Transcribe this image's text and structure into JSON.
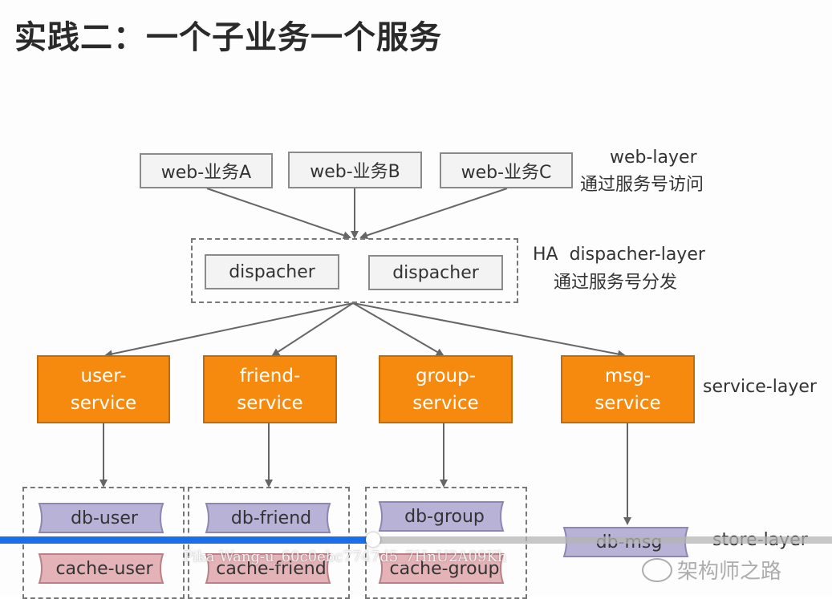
{
  "title": "实践二：一个子业务一个服务",
  "web_boxes": [
    "web-业务A",
    "web-业务B",
    "web-业务C"
  ],
  "web_layer": {
    "name": "web-layer",
    "desc": "通过服务号访问"
  },
  "dispatchers": [
    "dispacher",
    "dispacher"
  ],
  "dispatcher_layer": {
    "name": "HA  dispacher-layer",
    "desc": "通过服务号分发"
  },
  "services": [
    {
      "line1": "user-",
      "line2": "service"
    },
    {
      "line1": "friend-",
      "line2": "service"
    },
    {
      "line1": "group-",
      "line2": "service"
    },
    {
      "line1": "msg-",
      "line2": "service"
    }
  ],
  "service_layer": "service-layer",
  "stores": {
    "db": [
      "db-user",
      "db-friend",
      "db-group",
      "db-msg"
    ],
    "cache": [
      "cache-user",
      "cache-friend",
      "cache-group"
    ]
  },
  "store_layer": "store-layer",
  "colors": {
    "service_fill": "#f58a0e",
    "db_fill": "#b7b2d6",
    "cache_fill": "#e3b3b8",
    "progress": "#1a6ee8"
  },
  "video": {
    "progress_fraction": 0.448,
    "watermark": "Pika Wang-u_60c0ebc7747d5_7HnU2A09Kh"
  },
  "brand": {
    "text": "架构师之路",
    "icon": "wechat-icon"
  }
}
